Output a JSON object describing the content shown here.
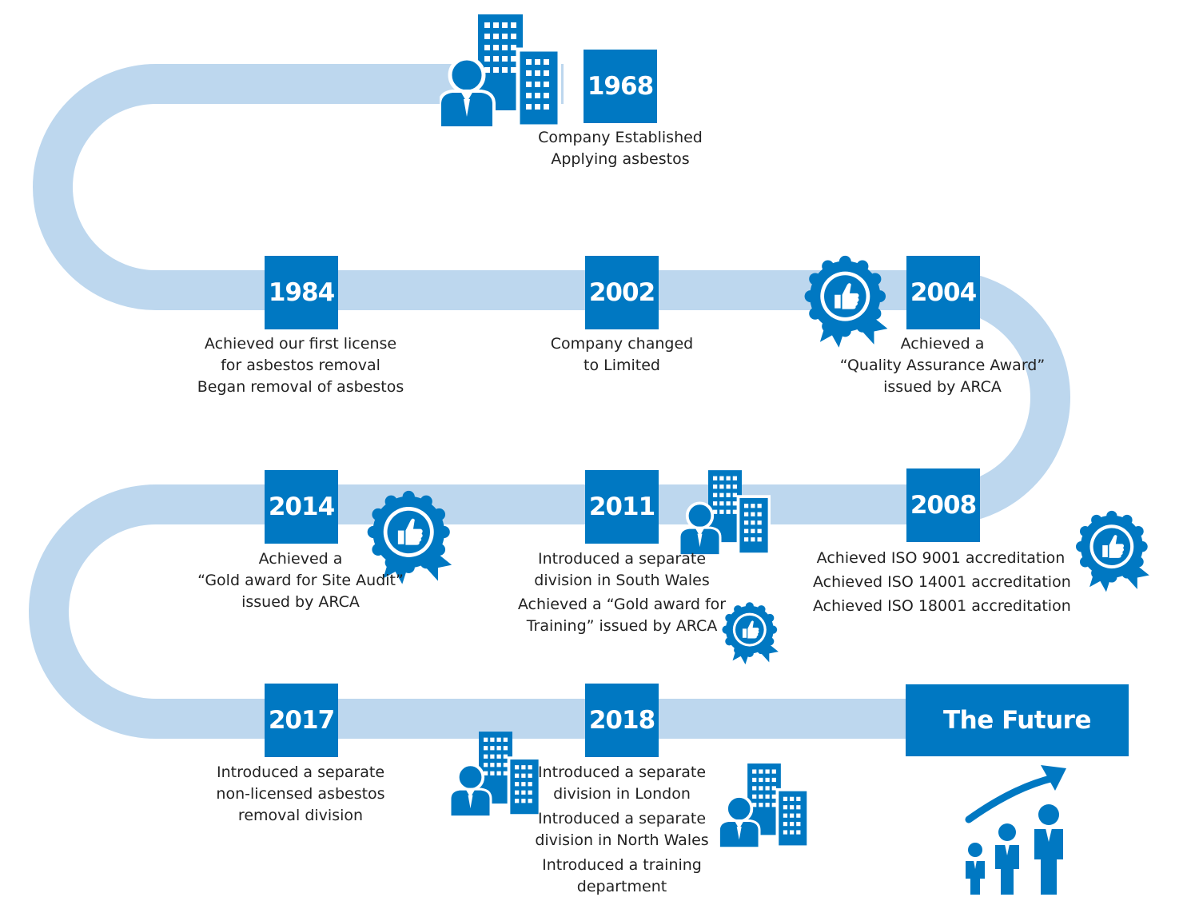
{
  "colors": {
    "road": "#BDD7EE",
    "accent": "#0078C2",
    "text": "#222222"
  },
  "milestones": [
    {
      "year": "1968",
      "lines": [
        "Company Established",
        "Applying asbestos"
      ]
    },
    {
      "year": "1984",
      "lines": [
        "Achieved our first license",
        "for asbestos removal",
        "Began removal of asbestos"
      ]
    },
    {
      "year": "2002",
      "lines": [
        "Company changed",
        "to Limited"
      ]
    },
    {
      "year": "2004",
      "lines": [
        "Achieved a",
        "“Quality Assurance Award”",
        "issued by ARCA"
      ]
    },
    {
      "year": "2008",
      "lines": [
        "Achieved ISO 9001 accreditation",
        "Achieved ISO 14001 accreditation",
        "Achieved ISO 18001 accreditation"
      ]
    },
    {
      "year": "2011",
      "lines": [
        "Introduced a separate",
        "division in South Wales",
        "Achieved a “Gold award for",
        "Training” issued by ARCA"
      ]
    },
    {
      "year": "2014",
      "lines": [
        "Achieved a",
        "“Gold award for Site Audit”",
        "issued by ARCA"
      ]
    },
    {
      "year": "2017",
      "lines": [
        "Introduced a separate",
        "non-licensed asbestos",
        "removal division"
      ]
    },
    {
      "year": "2018",
      "lines": [
        "Introduced a separate",
        "division in London",
        "Introduced a separate",
        "division in North Wales",
        "Introduced a training",
        "department"
      ]
    }
  ],
  "future": {
    "label": "The Future"
  },
  "icons": [
    "business-building-icon",
    "award-ribbon-thumbs-up-icon",
    "growth-people-arrow-icon"
  ]
}
